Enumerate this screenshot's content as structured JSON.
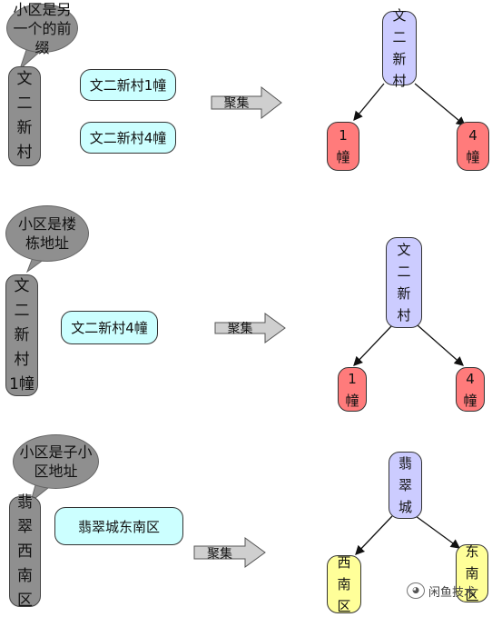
{
  "cases": [
    {
      "speech": "小区是另一个的前缀",
      "source": "文\n二\n新\n村",
      "addresses": [
        "文二新村1幢",
        "文二新村4幢"
      ],
      "action": "聚集",
      "root": "文\n二\n新\n村",
      "children": [
        "1\n幢",
        "4\n幢"
      ]
    },
    {
      "speech": "小区是楼栋地址",
      "source": "文\n二\n新\n村\n1幢",
      "addresses": [
        "文二新村4幢"
      ],
      "action": "聚集",
      "root": "文\n二\n新\n村",
      "children": [
        "1\n幢",
        "4\n幢"
      ]
    },
    {
      "speech": "小区是子小区地址",
      "source": "翡\n翠\n西\n南\n区",
      "addresses": [
        "翡翠城东南区"
      ],
      "action": "聚集",
      "root": "翡\n翠\n城",
      "children": [
        "西\n南\n区",
        "东\n南\n区"
      ]
    }
  ],
  "colors": {
    "bubble": "#8f8f8f",
    "address": "#ccffff",
    "root": "#ccccff",
    "leaf_red": "#ff7b7b",
    "leaf_yellow": "#ffff99"
  },
  "watermark": {
    "icon": "wechat-fish-icon",
    "text": "闲鱼技术"
  }
}
